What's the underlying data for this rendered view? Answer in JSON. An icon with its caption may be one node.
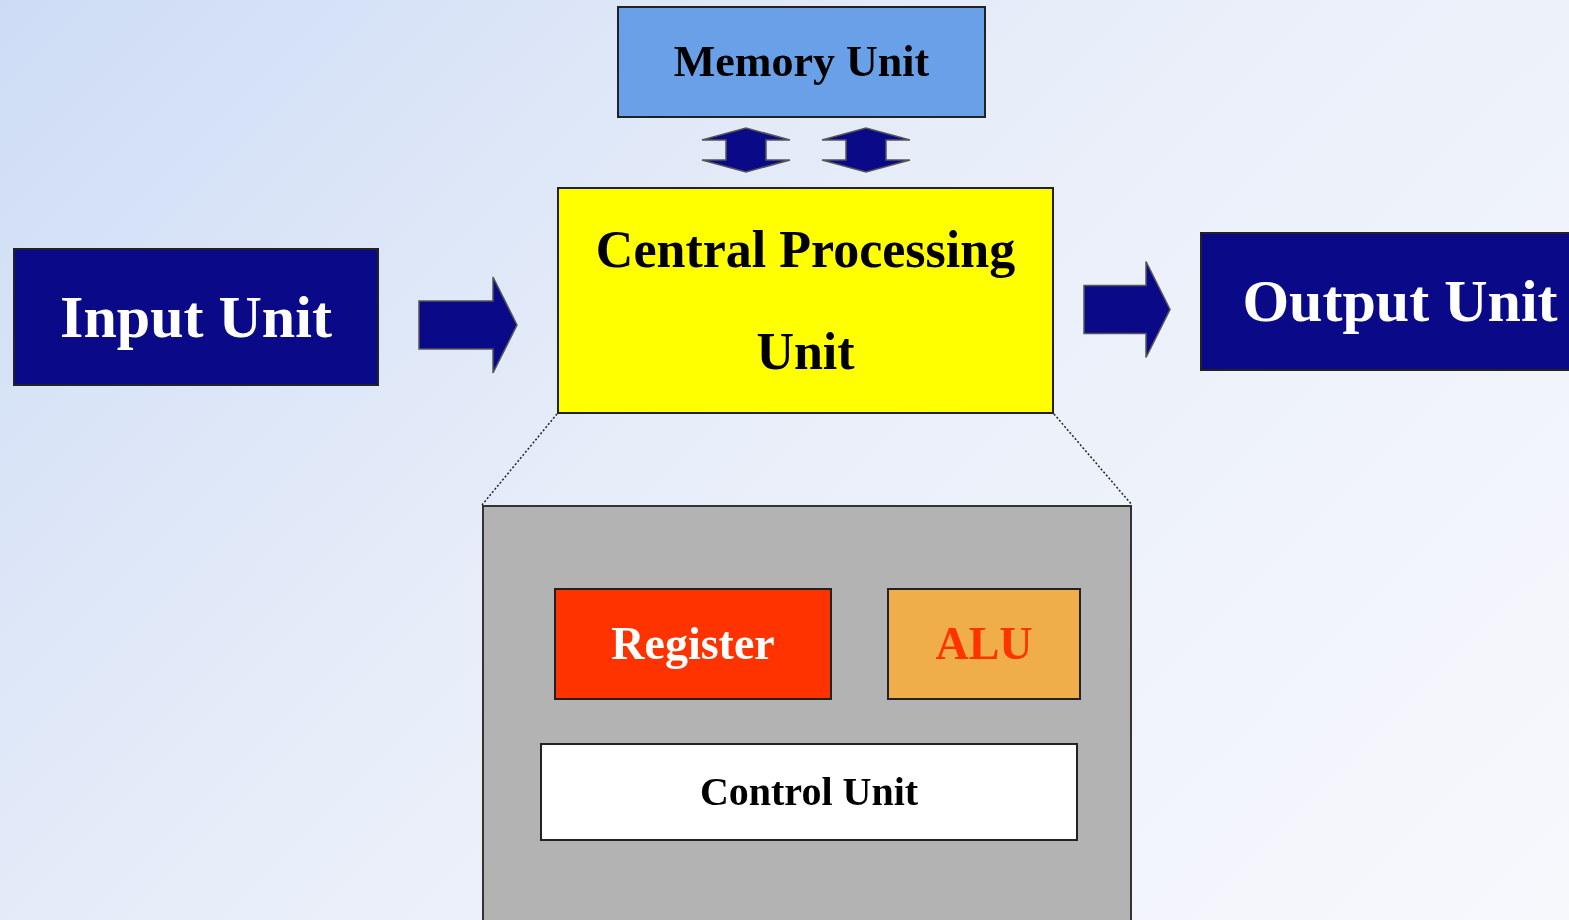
{
  "diagram": {
    "nodes": [
      {
        "text": [
          "Memory Unit"
        ]
      },
      {
        "text": [
          "Central Processing Unit"
        ]
      },
      {
        "text": [
          "Input Unit"
        ]
      },
      {
        "text": [
          "Output Unit"
        ]
      },
      {
        "text": [],
        "shape": "box"
      },
      {
        "text": [
          "Register"
        ],
        "in": 4
      },
      {
        "text": [
          "ALU"
        ],
        "in": 4
      },
      {
        "text": [
          "Control Unit"
        ],
        "in": 4
      }
    ],
    "edges": [
      {
        "from": 0,
        "to": 1,
        "arrow": "both"
      },
      {
        "from": 0,
        "to": 1,
        "arrow": "both"
      },
      {
        "from": 2,
        "to": 1,
        "arrow": "to"
      },
      {
        "from": 1,
        "to": 3,
        "arrow": "to"
      },
      {
        "from": 1,
        "to": 4,
        "arrow": "none",
        "style": "dashed"
      },
      {
        "from": 1,
        "to": 4,
        "arrow": "none",
        "style": "dashed"
      }
    ]
  }
}
